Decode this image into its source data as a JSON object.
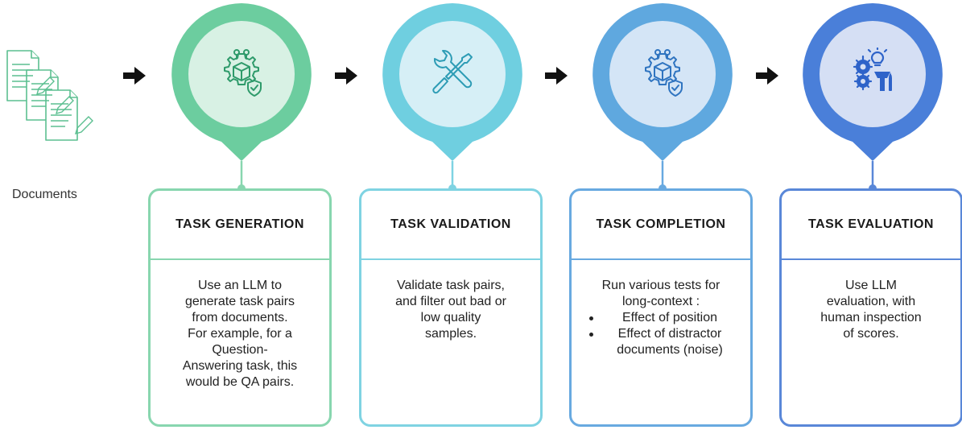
{
  "documents": {
    "label": "Documents",
    "icon": "documents-icon"
  },
  "stages": [
    {
      "id": "generation",
      "title": "TASK GENERATION",
      "icon": "gear-box-check-icon",
      "color_outer": "#6ccd9f",
      "color_inner": "#d8f1e4",
      "border": "#88d6af",
      "icon_color": "#2e9a6a",
      "body": [
        "Use an LLM to",
        "generate task pairs",
        "from documents.",
        "For example,  for a",
        "Question-",
        "Answering task, this",
        "would be QA pairs."
      ],
      "bullets": []
    },
    {
      "id": "validation",
      "title": "TASK VALIDATION",
      "icon": "wrench-screwdriver-icon",
      "color_outer": "#6fcfe0",
      "color_inner": "#d6eff6",
      "border": "#7fd3e2",
      "icon_color": "#2d9cb5",
      "body": [
        "Validate task pairs,",
        "and filter out bad or",
        "low quality",
        "samples."
      ],
      "bullets": []
    },
    {
      "id": "completion",
      "title": "TASK COMPLETION",
      "icon": "gear-box-check-icon",
      "color_outer": "#5fa8df",
      "color_inner": "#d4e5f6",
      "border": "#68a9e0",
      "icon_color": "#2f74c0",
      "body": [
        "Run various tests for",
        "long-context :"
      ],
      "bullets": [
        "Effect of position",
        "Effect of distractor documents (noise)"
      ]
    },
    {
      "id": "evaluation",
      "title": "TASK EVALUATION",
      "icon": "gears-lightbulb-icon",
      "color_outer": "#4a7fd9",
      "color_inner": "#d5dff4",
      "border": "#5987d8",
      "icon_color": "#2e63c9",
      "body": [
        "Use LLM",
        "evaluation, with",
        "human inspection",
        "of scores."
      ],
      "bullets": []
    }
  ]
}
